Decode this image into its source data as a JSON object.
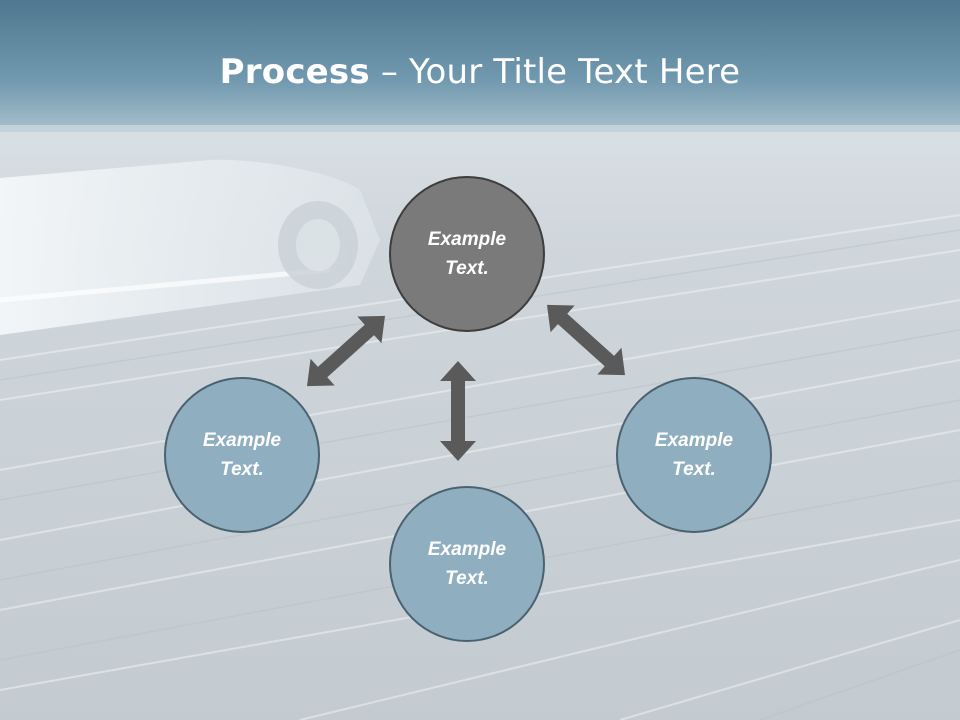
{
  "title": {
    "bold": "Process",
    "dash": " – ",
    "rest": "Your Title Text Here"
  },
  "nodes": [
    {
      "id": "top",
      "line1": "Example",
      "line2": "Text."
    },
    {
      "id": "left",
      "line1": "Example",
      "line2": "Text."
    },
    {
      "id": "bottom",
      "line1": "Example",
      "line2": "Text."
    },
    {
      "id": "right",
      "line1": "Example",
      "line2": "Text."
    }
  ],
  "colors": {
    "header_top": "#507c94",
    "header_bottom": "#7ea3b8",
    "road": "#c8d0d5",
    "center_node": "#7a7a7a",
    "outer_node": "#8fafc1",
    "node_border": "#4a6270",
    "center_border": "#3d3d3d",
    "arrow": "#5a5a5a"
  }
}
